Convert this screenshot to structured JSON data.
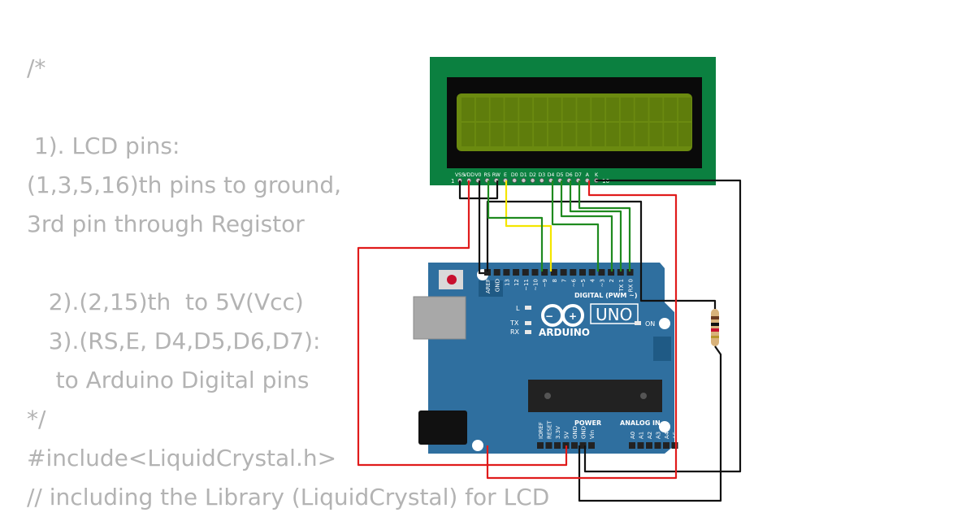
{
  "code_lines": [
    "/*",
    "",
    " 1). LCD pins:",
    "(1,3,5,16)th pins to ground,",
    "3rd pin through Registor",
    "",
    "   2).(2,15)th  to 5V(Vcc)",
    "   3).(RS,E, D4,D5,D6,D7):",
    "    to Arduino Digital pins",
    "*/",
    "#include<LiquidCrystal.h>",
    "// including the Library (LiquidCrystal) for LCD"
  ],
  "lcd": {
    "pin_labels": [
      "VSS",
      "VDD",
      "V0",
      "RS",
      "RW",
      "E",
      "D0",
      "D1",
      "D2",
      "D3",
      "D4",
      "D5",
      "D6",
      "D7",
      "A",
      "K"
    ],
    "pin_first_number": "1",
    "pin_last_number": "16"
  },
  "arduino": {
    "logo_text": "ARDUINO",
    "model": "UNO",
    "on_label": "ON",
    "l_label": "L",
    "tx_label": "TX",
    "rx_label": "RX",
    "digital_header": "DIGITAL (PWM ~)",
    "power_header": "POWER",
    "analog_header": "ANALOG IN",
    "digital_pins": [
      "AREF",
      "GND",
      "13",
      "12",
      "~11",
      "~10",
      "~9",
      "8",
      "7",
      "~6",
      "~5",
      "4",
      "~3",
      "2",
      "TX 1",
      "RX 0"
    ],
    "power_pins": [
      "IOREF",
      "RESET",
      "3.3V",
      "5V",
      "GND",
      "GND",
      "Vin"
    ],
    "analog_pins": [
      "A0",
      "A1",
      "A2",
      "A3",
      "A4",
      "A5"
    ]
  },
  "colors": {
    "lcd_pcb": "#0b8040",
    "lcd_screen": "#6b8a10",
    "board": "#2f6f9f",
    "wire_red": "#e01b1b",
    "wire_black": "#111111",
    "wire_green": "#1f8a1f",
    "wire_yellow": "#f4e600"
  }
}
